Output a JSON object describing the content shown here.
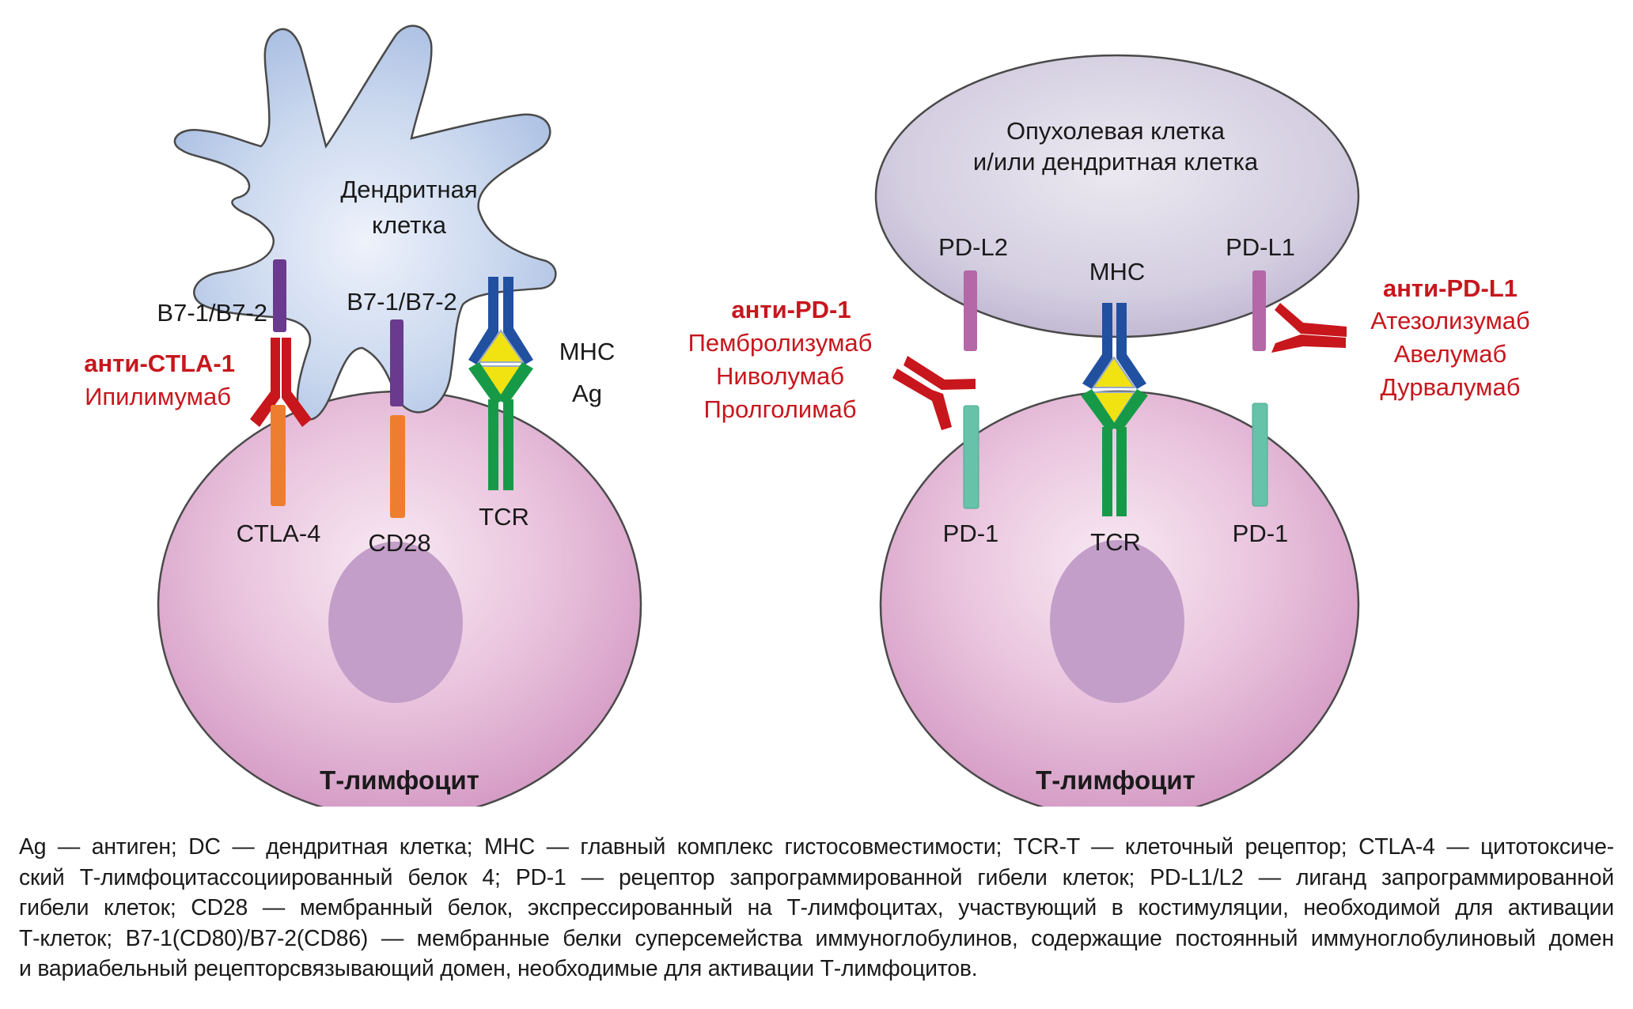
{
  "colors": {
    "antibody_red": "#c8161d",
    "b7_purple": "#6a3a8e",
    "costim_orange": "#ee7e2f",
    "mhc_blue": "#2150a0",
    "tcr_green": "#179a48",
    "antigen_yellow": "#f1e312",
    "pdl_magenta": "#b468a8",
    "pd1_teal": "#66c2a9",
    "dendritic_blue": "#b9cce8",
    "tumor_lavender": "#cbc3da",
    "tcell_pink": "#d9a3c9",
    "nucleus_purple": "#c29dc9"
  },
  "left_panel": {
    "dendritic_cell_label": [
      "Дендритная",
      "клетка"
    ],
    "b7_left_label": "B7-1/B7-2",
    "b7_center_label": "B7-1/B7-2",
    "mhc_label": "MHC",
    "ag_label": "Ag",
    "drug_class": "анти-CTLA-1",
    "drugs": [
      "Ипилимумаб"
    ],
    "ctla4_label": "CTLA-4",
    "cd28_label": "CD28",
    "tcr_label": "TCR",
    "tcell_title": "Т-лимфоцит"
  },
  "right_panel": {
    "tumor_cell_label": [
      "Опухолевая клетка",
      "и/или дендритная клетка"
    ],
    "pdl2_label": "PD-L2",
    "pdl1_label": "PD-L1",
    "mhc_label": "MHC",
    "anti_pd1": {
      "drug_class": "анти-PD-1",
      "drugs": [
        "Пембролизумаб",
        "Ниволумаб",
        "Пролголимаб"
      ]
    },
    "anti_pdl1": {
      "drug_class": "анти-PD-L1",
      "drugs": [
        "Атезолизумаб",
        "Авелумаб",
        "Дурвалумаб"
      ]
    },
    "pd1_left_label": "PD-1",
    "pd1_right_label": "PD-1",
    "tcr_label": "TCR",
    "tcell_title": "Т-лимфоцит"
  },
  "caption_lines": [
    "Ag — антиген; DC — дендритная клетка; MHC — главный комплекс гистосовместимости; TCR-T — клеточный рецептор; CTLA-4 — цитотоксиче-",
    "ский Т-лимфоцитассоциированный белок 4; PD-1 — рецептор запрограммированной гибели клеток; PD-L1/L2 — лиганд запрограммированной",
    "гибели клеток; CD28 — мембранный белок, экспрессированный на Т-лимфоцитах, участвующий в костимуляции, необходимой для активации",
    "Т-клеток; B7-1(CD80)/B7-2(CD86) — мембранные белки суперсемейства иммуноглобулинов, содержащие постоянный иммуноглобулиновый домен",
    "и вариабельный рецепторсвязывающий домен, необходимые для активации Т-лимфоцитов."
  ]
}
